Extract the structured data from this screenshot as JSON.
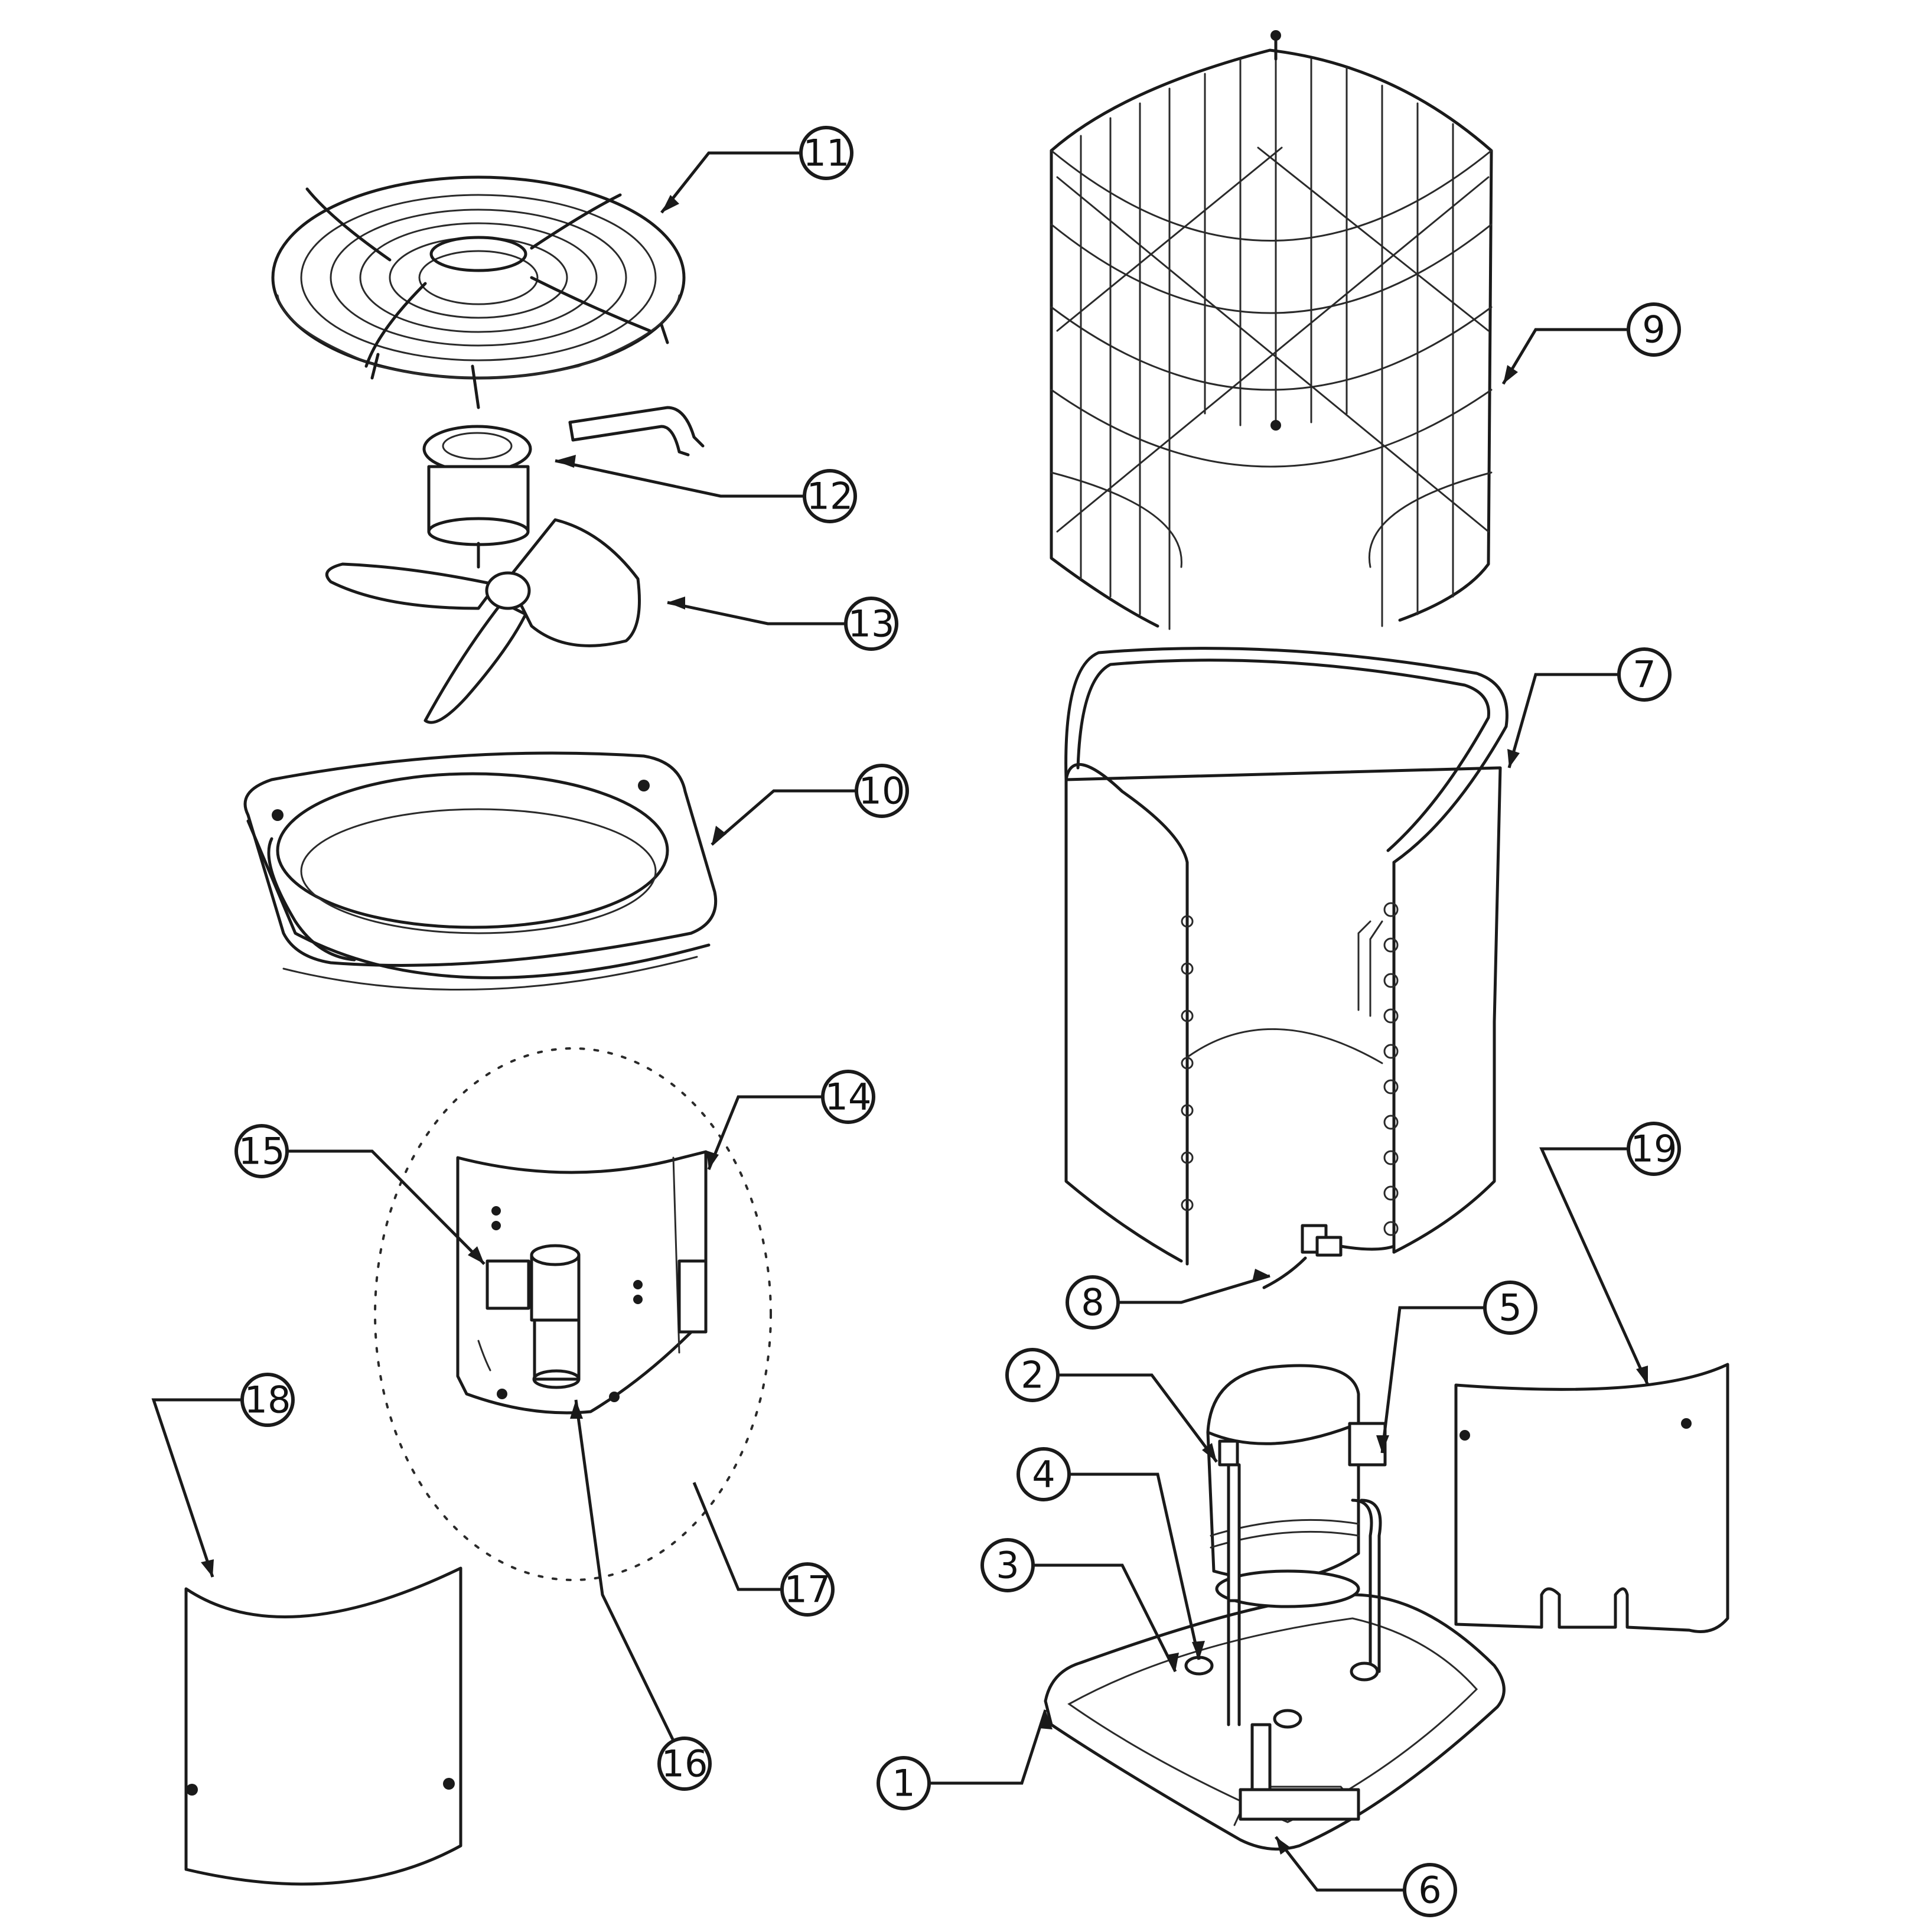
{
  "callouts": [
    {
      "id": "c11",
      "label": "11"
    },
    {
      "id": "c12",
      "label": "12"
    },
    {
      "id": "c13",
      "label": "13"
    },
    {
      "id": "c10",
      "label": "10"
    },
    {
      "id": "c14",
      "label": "14"
    },
    {
      "id": "c15",
      "label": "15"
    },
    {
      "id": "c17",
      "label": "17"
    },
    {
      "id": "c16",
      "label": "16"
    },
    {
      "id": "c18",
      "label": "18"
    },
    {
      "id": "c9",
      "label": "9"
    },
    {
      "id": "c7",
      "label": "7"
    },
    {
      "id": "c8",
      "label": "8"
    },
    {
      "id": "c5",
      "label": "5"
    },
    {
      "id": "c2",
      "label": "2"
    },
    {
      "id": "c4",
      "label": "4"
    },
    {
      "id": "c3",
      "label": "3"
    },
    {
      "id": "c19",
      "label": "19"
    },
    {
      "id": "c1",
      "label": "1"
    },
    {
      "id": "c6",
      "label": "6"
    }
  ]
}
